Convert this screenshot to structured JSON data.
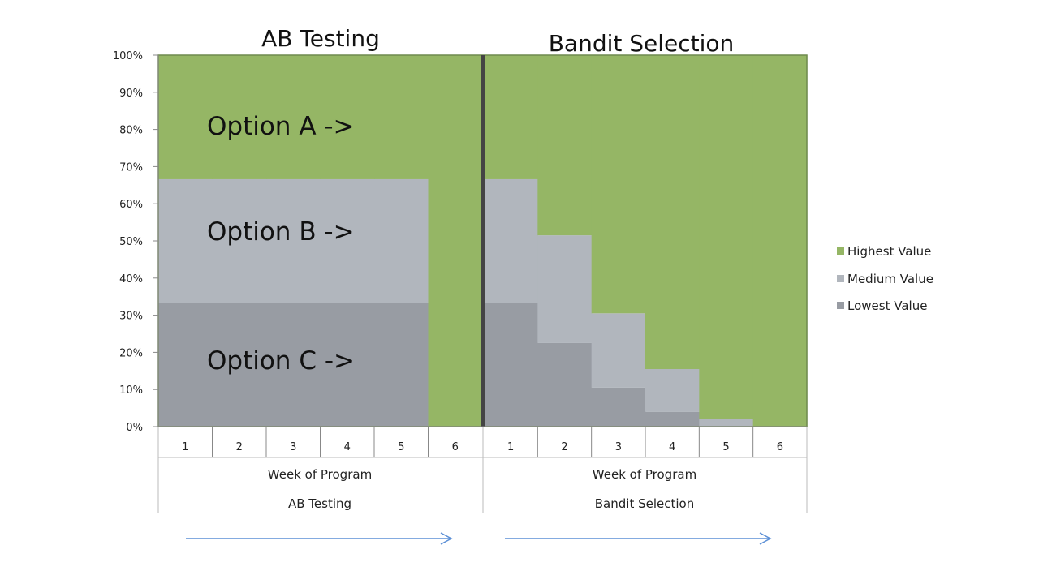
{
  "chart_data": {
    "type": "area",
    "y_tick_labels": [
      "100%",
      "90%",
      "80%",
      "70%",
      "60%",
      "50%",
      "40%",
      "30%",
      "20%",
      "10%",
      "0%"
    ],
    "ylim": [
      0,
      100
    ],
    "legend": {
      "position": "right",
      "items": [
        {
          "label": "Highest Value",
          "color": "#95b665"
        },
        {
          "label": "Medium Value",
          "color": "#b1b6bd"
        },
        {
          "label": "Lowest Value",
          "color": "#989ca3"
        }
      ]
    },
    "panels": [
      {
        "title": "AB Testing",
        "xlabel_line1": "Week of Program",
        "xlabel_line2": "AB Testing",
        "categories": [
          "1",
          "2",
          "3",
          "4",
          "5",
          "6"
        ],
        "series": [
          {
            "name": "Lowest Value",
            "values": [
              33.3,
              33.3,
              33.3,
              33.3,
              33.3,
              0
            ]
          },
          {
            "name": "Medium Value",
            "values": [
              33.3,
              33.3,
              33.3,
              33.3,
              33.3,
              0
            ]
          },
          {
            "name": "Highest Value",
            "values": [
              33.4,
              33.4,
              33.4,
              33.4,
              33.4,
              100
            ]
          }
        ],
        "annotations": [
          "Option A ->",
          "Option B ->",
          "Option C ->"
        ]
      },
      {
        "title": "Bandit Selection",
        "xlabel_line1": "Week of Program",
        "xlabel_line2": "Bandit Selection",
        "categories": [
          "1",
          "2",
          "3",
          "4",
          "5",
          "6"
        ],
        "series": [
          {
            "name": "Lowest Value",
            "values": [
              33.3,
              22.5,
              10.5,
              4,
              0,
              0
            ]
          },
          {
            "name": "Medium Value",
            "values": [
              33.3,
              29,
              20,
              11.5,
              2,
              0
            ]
          },
          {
            "name": "Highest Value",
            "values": [
              33.4,
              48.5,
              69.5,
              84.5,
              98,
              100
            ]
          }
        ]
      }
    ]
  },
  "colors": {
    "highest": "#95b665",
    "medium": "#b1b6bd",
    "lowest": "#989ca3",
    "axis": "#888888",
    "divider": "#444444",
    "arrow": "#5b8fd6"
  }
}
